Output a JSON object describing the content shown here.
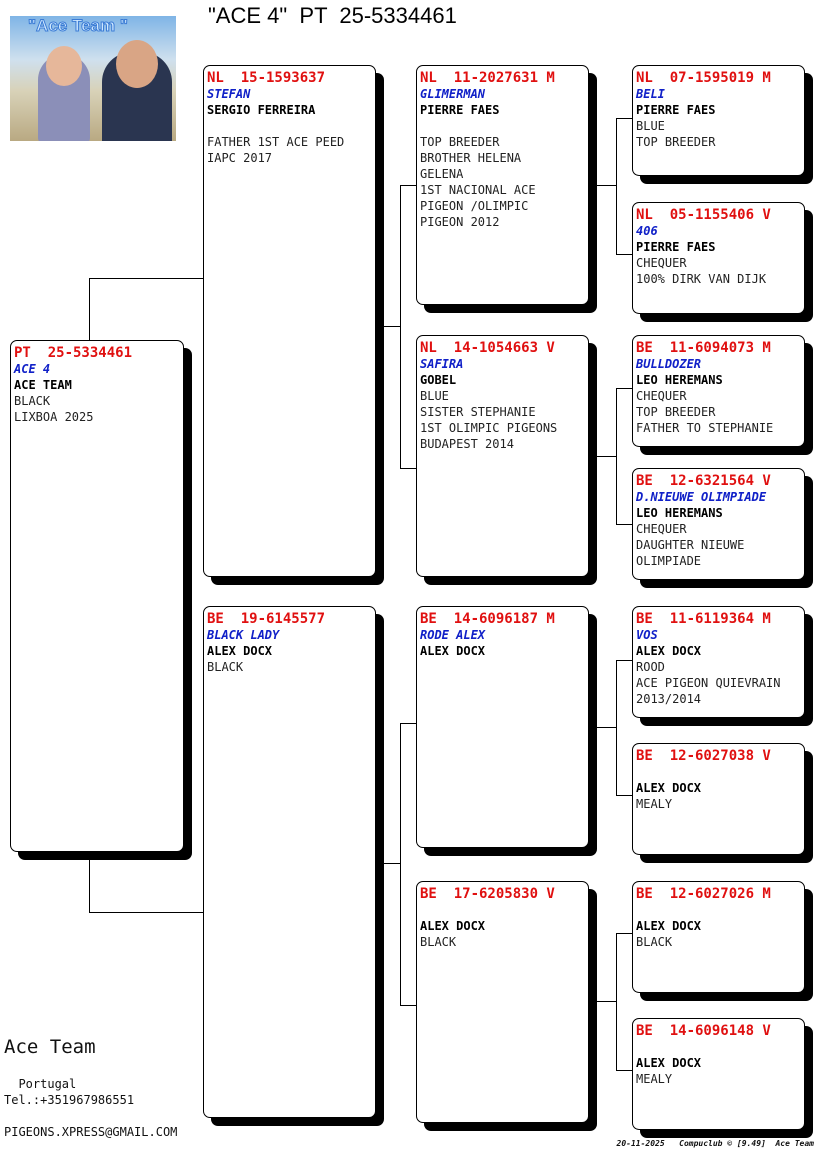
{
  "title": "\"ACE 4\"  PT  25-5334461",
  "photo_logo": "\"Ace Team \"",
  "cards": [
    {
      "ring": "PT  25-5334461",
      "name": "ACE 4",
      "owner": "ACE TEAM",
      "lines": [
        "BLACK",
        "LIXBOA 2025"
      ]
    },
    {
      "ring": "NL  15-1593637",
      "name": "STEFAN",
      "owner": "SERGIO FERREIRA",
      "lines": [
        "",
        "FATHER 1ST ACE PEED",
        "IAPC 2017"
      ]
    },
    {
      "ring": "BE  19-6145577",
      "name": "BLACK LADY",
      "owner": "ALEX DOCX",
      "lines": [
        "BLACK"
      ]
    },
    {
      "ring": "NL  11-2027631 M",
      "name": "GLIMERMAN",
      "owner": "PIERRE FAES",
      "lines": [
        "",
        "TOP BREEDER",
        "BROTHER HELENA",
        "GELENA",
        "1ST NACIONAL ACE",
        "PIGEON /OLIMPIC",
        "PIGEON 2012"
      ]
    },
    {
      "ring": "NL  14-1054663 V",
      "name": "SAFIRA",
      "owner": "GOBEL",
      "lines": [
        "BLUE",
        "SISTER STEPHANIE",
        "1ST OLIMPIC PIGEONS",
        "BUDAPEST 2014"
      ]
    },
    {
      "ring": "BE  14-6096187 M",
      "name": "RODE ALEX",
      "owner": "ALEX DOCX",
      "lines": []
    },
    {
      "ring": "BE  17-6205830 V",
      "name": "",
      "owner": "ALEX DOCX",
      "lines": [
        "BLACK"
      ]
    },
    {
      "ring": "NL  07-1595019 M",
      "name": "BELI",
      "owner": "PIERRE FAES",
      "lines": [
        "BLUE",
        "TOP BREEDER"
      ]
    },
    {
      "ring": "NL  05-1155406 V",
      "name": "406",
      "owner": "PIERRE FAES",
      "lines": [
        "CHEQUER",
        "100% DIRK VAN DIJK"
      ]
    },
    {
      "ring": "BE  11-6094073 M",
      "name": "BULLDOZER",
      "owner": "LEO HEREMANS",
      "lines": [
        "CHEQUER",
        "TOP BREEDER",
        "FATHER TO STEPHANIE"
      ]
    },
    {
      "ring": "BE  12-6321564 V",
      "name": "D.NIEUWE OLIMPIADE",
      "owner": "LEO HEREMANS",
      "lines": [
        "CHEQUER",
        "DAUGHTER NIEUWE",
        "OLIMPIADE"
      ]
    },
    {
      "ring": "BE  11-6119364 M",
      "name": "VOS",
      "owner": "ALEX DOCX",
      "lines": [
        "ROOD",
        "ACE PIGEON QUIEVRAIN",
        "2013/2014"
      ]
    },
    {
      "ring": "BE  12-6027038 V",
      "name": "",
      "owner": "ALEX DOCX",
      "lines": [
        "MEALY"
      ]
    },
    {
      "ring": "BE  12-6027026 M",
      "name": "",
      "owner": "ALEX DOCX",
      "lines": [
        "BLACK"
      ]
    },
    {
      "ring": "BE  14-6096148 V",
      "name": "",
      "owner": "ALEX DOCX",
      "lines": [
        "MEALY"
      ]
    }
  ],
  "breeder": {
    "name": "Ace Team",
    "country": "  Portugal",
    "phone": "Tel.:+351967986551",
    "email": "PIGEONS.XPRESS@GMAIL.COM"
  },
  "footer": "20-11-2025   Compuclub © [9.49]  Ace Team"
}
